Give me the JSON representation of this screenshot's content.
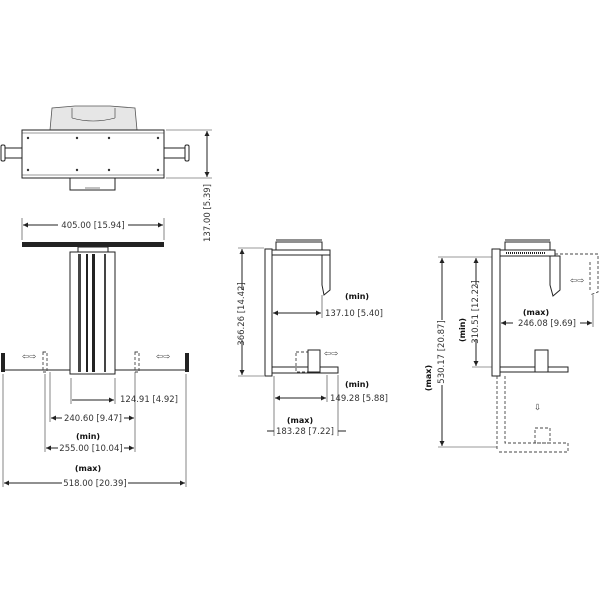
{
  "top_view": {
    "height_dim": "137.00 [5.39]"
  },
  "front_view": {
    "width_dim": "405.00 [15.94]",
    "column_dim": "124.91 [4.92]",
    "inner_dim": "240.60 [9.47]",
    "min_label": "(min)",
    "min_dim": "255.00 [10.04]",
    "max_label": "(max)",
    "max_dim": "518.00 [20.39]"
  },
  "side_view_min": {
    "height_dim": "366.26 [14.42]",
    "min_label_1": "(min)",
    "bracket_dim": "137.10 [5.40]",
    "min_label_2": "(min)",
    "shelf_min_dim": "149.28 [5.88]",
    "max_label": "(max)",
    "shelf_max_dim": "183.28 [7.22]"
  },
  "side_view_max": {
    "max_label_height": "(max)",
    "max_height_dim": "530.17 [20.87]",
    "min_label_height": "(min)",
    "min_height_dim": "310.51 [12.22]",
    "max_label_width": "(max)",
    "max_width_dim": "246.08 [9.69]"
  },
  "colors": {
    "line": "#222222",
    "background": "#ffffff"
  }
}
